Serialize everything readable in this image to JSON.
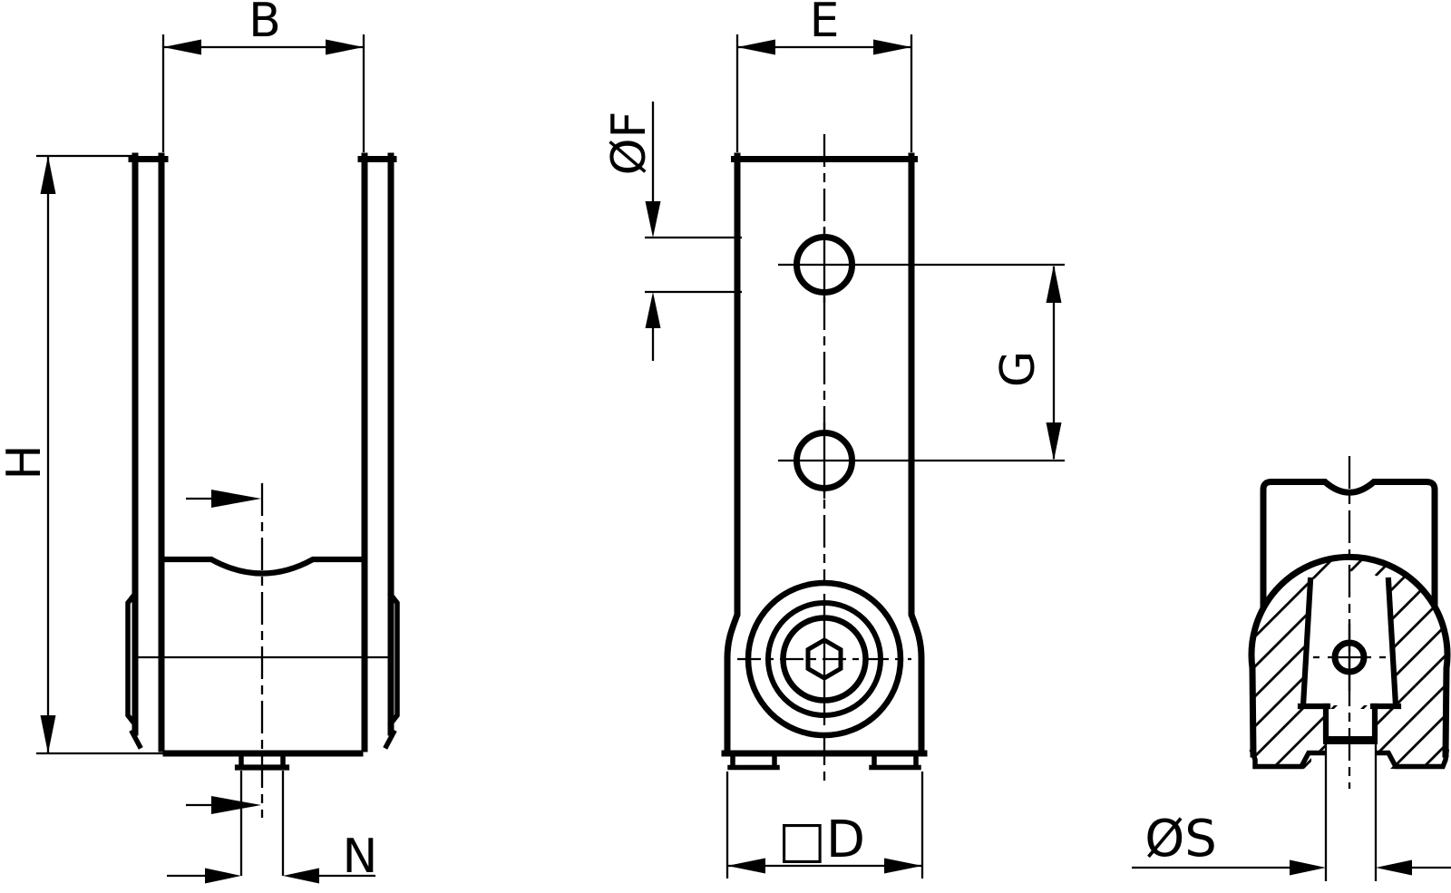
{
  "drawing": {
    "kind": "technical-dimension-drawing",
    "description": "Three orthographic views of a clamping fork / rod-holder part with dimension callouts",
    "background_color": "#ffffff",
    "line_color": "#000000"
  },
  "labels": {
    "b": "B",
    "h": "H",
    "n": "N",
    "e": "E",
    "f": "ØF",
    "g": "G",
    "d": "□D",
    "s": "ØS"
  },
  "views": [
    {
      "id": "front-view",
      "dimension_labels": [
        "B",
        "H",
        "N"
      ]
    },
    {
      "id": "side-view",
      "dimension_labels": [
        "E",
        "ØF",
        "G",
        "□D"
      ]
    },
    {
      "id": "section-view",
      "dimension_labels": [
        "ØS"
      ]
    }
  ]
}
